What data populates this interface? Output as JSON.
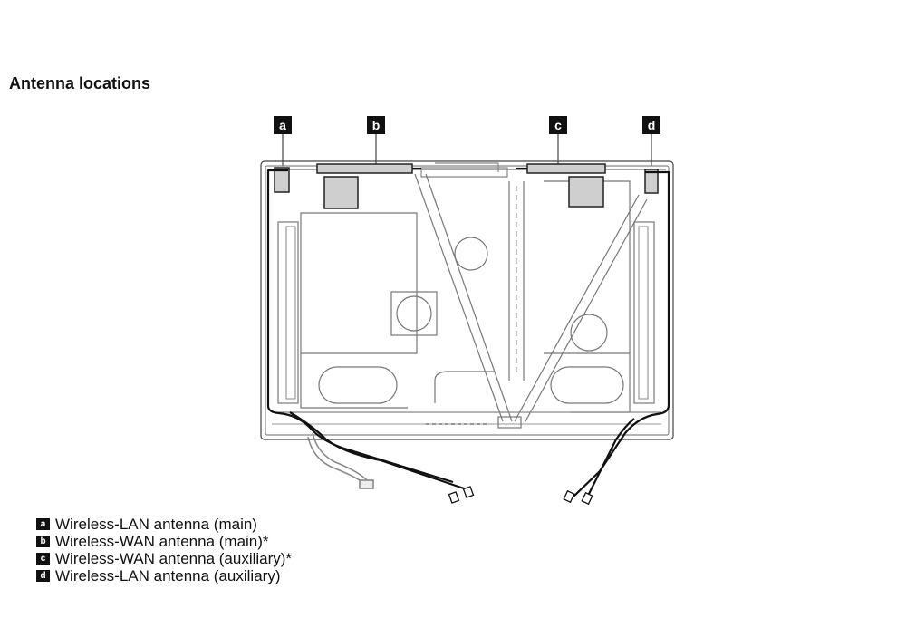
{
  "title": "Antenna locations",
  "callouts": [
    {
      "id": "a",
      "label": "a"
    },
    {
      "id": "b",
      "label": "b"
    },
    {
      "id": "c",
      "label": "c"
    },
    {
      "id": "d",
      "label": "d"
    }
  ],
  "legend": [
    {
      "marker": "a",
      "text": "Wireless-LAN antenna (main)"
    },
    {
      "marker": "b",
      "text": "Wireless-WAN antenna (main)*"
    },
    {
      "marker": "c",
      "text": "Wireless-WAN antenna (auxiliary)*"
    },
    {
      "marker": "d",
      "text": "Wireless-LAN antenna (auxiliary)"
    }
  ],
  "colors": {
    "line": "#222222",
    "antenna_fill": "#cccccc",
    "cable": "#111111"
  }
}
